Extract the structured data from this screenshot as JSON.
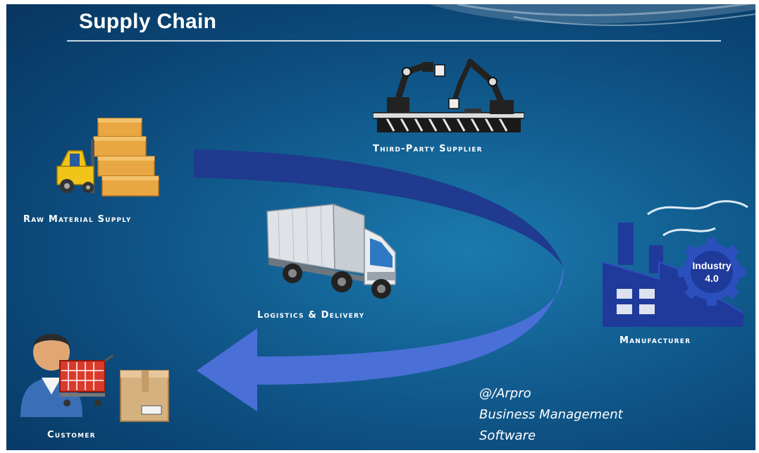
{
  "title": "Supply Chain",
  "nodes": {
    "third_party_supplier": "Third-Party Supplier",
    "raw_material_supply": "Raw Material Supply",
    "logistics_delivery": "Logistics & Delivery",
    "manufacturer": "Manufacturer",
    "customer": "Customer"
  },
  "factory_badge": {
    "line1": "Industry",
    "line2": "4.0"
  },
  "credit": {
    "line1": "@/Arpro",
    "line2": "Business Management",
    "line3": "Software"
  },
  "colors": {
    "arrow_top": "#1f3a8e",
    "arrow_bottom": "#4a6fd6",
    "background": "#0f5688"
  }
}
